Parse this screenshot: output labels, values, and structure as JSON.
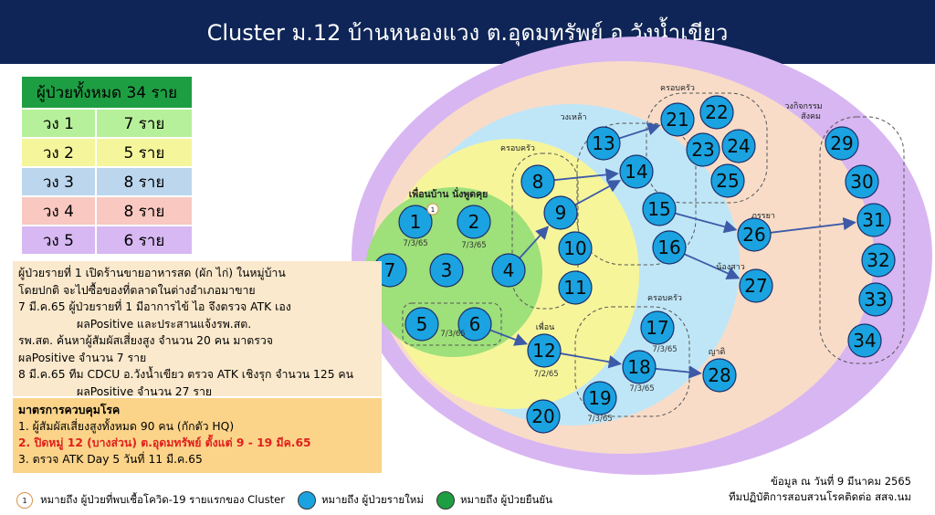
{
  "header": {
    "title": "Cluster ม.12 บ้านหนองแวง ต.อุดมทรัพย์ อ.วังน้ำเขียว"
  },
  "summary": {
    "total": "ผู้ป่วยทั้งหมด 34 ราย",
    "rows": [
      {
        "ring": "วง 1",
        "count": "7 ราย"
      },
      {
        "ring": "วง 2",
        "count": "5 ราย"
      },
      {
        "ring": "วง 3",
        "count": "8 ราย"
      },
      {
        "ring": "วง 4",
        "count": "8 ราย"
      },
      {
        "ring": "วง 5",
        "count": "6 ราย"
      }
    ]
  },
  "story": {
    "l1": "ผู้ป่วยรายที่ 1 เปิดร้านขายอาหารสด (ผัก ไก่) ในหมู่บ้าน",
    "l2": "โดยปกติ จะไปซื้อของที่ตลาดในต่างอำเภอมาขาย",
    "l3": "7 มี.ค.65 ผู้ป่วยรายที่ 1 มีอาการไข้ ไอ จึงตรวจ ATK เอง",
    "l4": "ผลPositive และประสานแจ้งรพ.สต.",
    "l5": "รพ.สต. ค้นหาผู้สัมผัสเสี่ยงสูง จำนวน 20 คน มาตรวจ",
    "l6": "ผลPositive จำนวน 7 ราย",
    "l7": "8 มี.ค.65 ทีม CDCU อ.วังน้ำเขียว ตรวจ ATK เชิงรุก จำนวน 125 คน",
    "l8": "ผลPositive จำนวน 27 ราย"
  },
  "measures": {
    "title": "มาตรการควบคุมโรค",
    "m1": "1. ผู้สัมผัสเสี่ยงสูงทั้งหมด 90 คน (กักตัว HQ)",
    "m2": "2. ปิดหมู่ 12 (บางส่วน) ต.อุดมทรัพย์ ตั้งแต่ 9 - 19 มีค.65",
    "m3": "3. ตรวจ ATK Day 5 วันที่ 11 มี.ค.65"
  },
  "legend": {
    "first_marker": "1",
    "first_text": "หมายถึง ผู้ป่วยที่พบเชื้อโควิด-19 รายแรกของ Cluster",
    "new_text": "หมายถึง ผู้ป่วยรายใหม่",
    "confirmed_text": "หมายถึง ผู้ป่วยยืนยัน"
  },
  "source": {
    "line1": "ข้อมูล ณ วันที่ 9 มีนาคม 2565",
    "line2": "ทีมปฏิบัติการสอบสวนโรคติดต่อ สสจ.นม"
  },
  "colors": {
    "header": "#0f2557",
    "ring1": "#9ee07a",
    "ring2": "#f6f59a",
    "ring3": "#bfe6f7",
    "ring4": "#f8dcc8",
    "ring5": "#d8b6f2",
    "new_case": "#1aa3e0",
    "confirmed_case": "#1e9e43",
    "arrow": "#3d5aa8"
  },
  "diagram": {
    "group_labels": [
      {
        "id": "neighbors",
        "text": "เพื่อนบ้าน นั่งพูดคุย"
      },
      {
        "id": "family-a",
        "text": "ครอบครัว"
      },
      {
        "id": "drinking",
        "text": "วงเหล้า"
      },
      {
        "id": "family-b",
        "text": "ครอบครัว"
      },
      {
        "id": "activity-1",
        "text": "วงกิจกรรม"
      },
      {
        "id": "activity-2",
        "text": "สังคม"
      },
      {
        "id": "wife",
        "text": "ภรรยา"
      },
      {
        "id": "sister",
        "text": "น้องสาว"
      },
      {
        "id": "friend",
        "text": "เพื่อน"
      },
      {
        "id": "family-c",
        "text": "ครอบครัว"
      },
      {
        "id": "relative",
        "text": "ญาติ"
      }
    ],
    "date_labels": [
      {
        "case": "1",
        "text": "7/3/65"
      },
      {
        "case": "2",
        "text": "7/3/65"
      },
      {
        "case": "6",
        "text": "7/3/65"
      },
      {
        "case": "12",
        "text": "7/2/65"
      },
      {
        "case": "17",
        "text": "7/3/65"
      },
      {
        "case": "18",
        "text": "7/3/65"
      },
      {
        "case": "19",
        "text": "7/3/65"
      }
    ],
    "cases": [
      "1",
      "2",
      "3",
      "4",
      "5",
      "6",
      "7",
      "8",
      "9",
      "10",
      "11",
      "12",
      "13",
      "14",
      "15",
      "16",
      "17",
      "18",
      "19",
      "20",
      "21",
      "22",
      "23",
      "24",
      "25",
      "26",
      "27",
      "28",
      "29",
      "30",
      "31",
      "32",
      "33",
      "34"
    ],
    "first_case_marker": "1"
  }
}
